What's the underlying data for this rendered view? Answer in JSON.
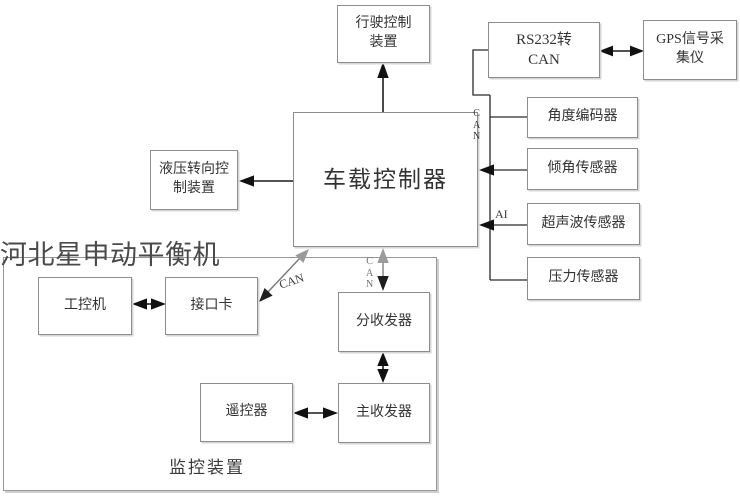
{
  "watermark": "河北星申动平衡机",
  "diagram": {
    "nodes": {
      "driving_control": {
        "label": "行驶控制\n装置"
      },
      "rs232_can": {
        "label": "RS232转\nCAN"
      },
      "gps": {
        "label": "GPS信号采\n集仪"
      },
      "controller": {
        "label": "车载控制器"
      },
      "angle_encoder": {
        "label": "角度编码器"
      },
      "tilt_sensor": {
        "label": "倾角传感器"
      },
      "ultrasonic_sensor": {
        "label": "超声波传感器"
      },
      "pressure_sensor": {
        "label": "压力传感器"
      },
      "hydraulic_steering": {
        "label": "液压转向控\n制装置"
      },
      "ipc": {
        "label": "工控机"
      },
      "interface_card": {
        "label": "接口卡"
      },
      "sub_transceiver": {
        "label": "分收发器"
      },
      "remote_control": {
        "label": "遥控器"
      },
      "main_transceiver": {
        "label": "主收发器"
      },
      "monitor_group": {
        "label": "监控装置"
      }
    },
    "edge_labels": {
      "can_bus_right": "C\nA\nN",
      "can_bus_mid": "C\nA\nN",
      "can_diagonal": "CAN",
      "analog_input": "AI"
    },
    "colors": {
      "line": "#1b1b1b",
      "box_border": "#8d8d8d",
      "gray_arrow": "#9c9c9c",
      "watermark_text": "#4a4a4a"
    }
  }
}
